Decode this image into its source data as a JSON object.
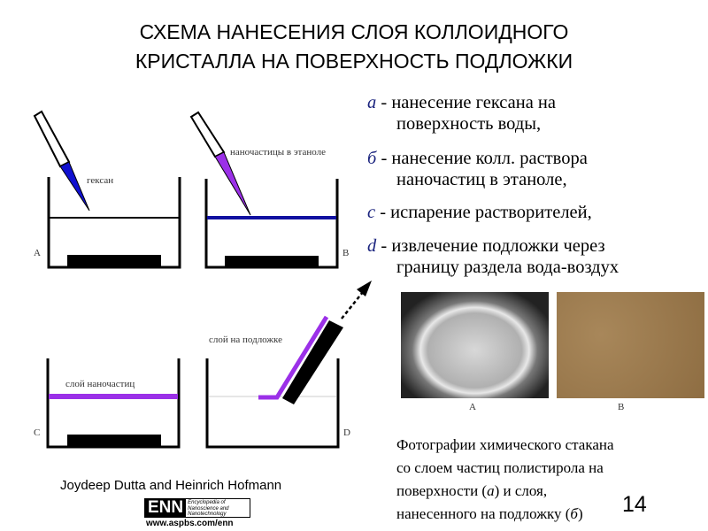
{
  "title": {
    "line1": "СХЕМА НАНЕСЕНИЯ СЛОЯ КОЛЛОИДНОГО",
    "line2": "КРИСТАЛЛА НА ПОВЕРХНОСТЬ ПОДЛОЖКИ"
  },
  "steps": [
    {
      "key": "a",
      "text1": "- нанесение гексана на",
      "text2": "поверхность воды,"
    },
    {
      "key": "б",
      "text1": "- нанесение колл. раствора",
      "text2": "наночастиц в этаноле,"
    },
    {
      "key": "c",
      "text1": "- испарение растворителей,",
      "text2": ""
    },
    {
      "key": "d",
      "text1": "- извлечение подложки через",
      "text2": "границу раздела вода-воздух"
    }
  ],
  "diagram": {
    "panels": [
      "A",
      "B",
      "C",
      "D"
    ],
    "labels": {
      "hexane": "гексан",
      "nanoparticles_ethanol": "наночастицы в этаноле",
      "particle_layer": "слой наночастиц",
      "layer_on_substrate": "слой на подложке"
    },
    "colors": {
      "hexane": "#1010d0",
      "layer": "#9b30e8",
      "water_line_b": "#1010a0"
    }
  },
  "photos": {
    "a_label": "A",
    "b_label": "B"
  },
  "caption": {
    "line1": "Фотографии химического стакана",
    "line2": "со слоем частиц полистирола на",
    "line3a": "поверхности (",
    "line3k": "a",
    "line3b": ") и слоя,",
    "line4a": "нанесенного на подложку (",
    "line4k": "б",
    "line4b": ")"
  },
  "page_number": "14",
  "credits": {
    "authors": "Joydeep Dutta and Heinrich Hofmann",
    "logo_text": "ENN",
    "logo_sub": "Encyclopedia of Nanoscience and Nanotechnology",
    "url": "www.aspbs.com/enn"
  }
}
